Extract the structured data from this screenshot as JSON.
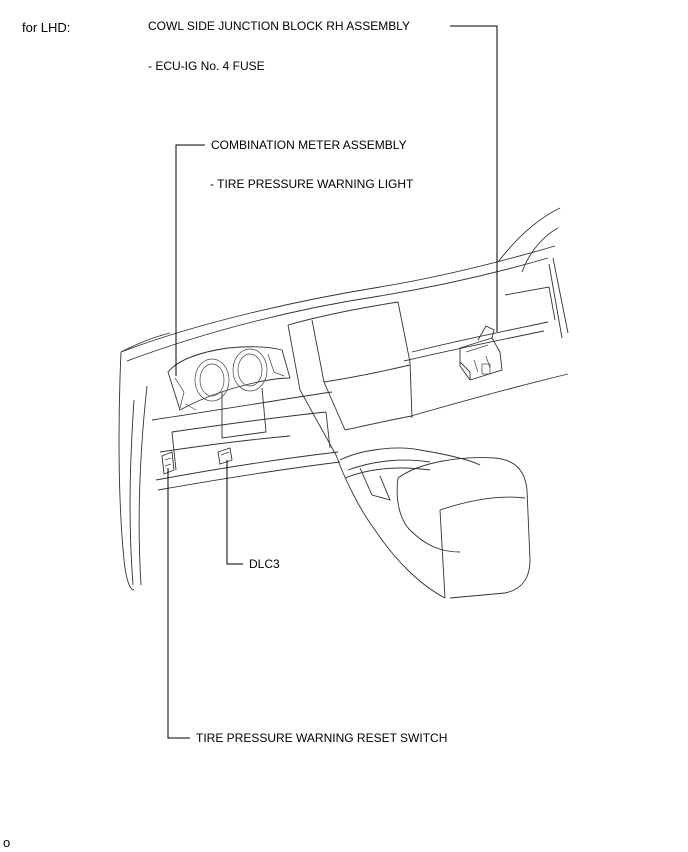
{
  "region_label": "for LHD:",
  "callouts": {
    "cowl_block": {
      "title": "COWL SIDE JUNCTION BLOCK RH ASSEMBLY",
      "sub": "- ECU-IG No. 4 FUSE"
    },
    "combination_meter": {
      "title": "COMBINATION METER ASSEMBLY",
      "sub": "- TIRE PRESSURE WARNING LIGHT"
    },
    "dlc3": {
      "title": "DLC3"
    },
    "reset_switch": {
      "title": "TIRE PRESSURE WARNING RESET SWITCH"
    }
  },
  "corner_mark": "o",
  "icons": [
    "dashboard-illustration",
    "junction-block-icon",
    "combination-meter-icon",
    "dlc3-connector-icon",
    "reset-switch-icon"
  ]
}
